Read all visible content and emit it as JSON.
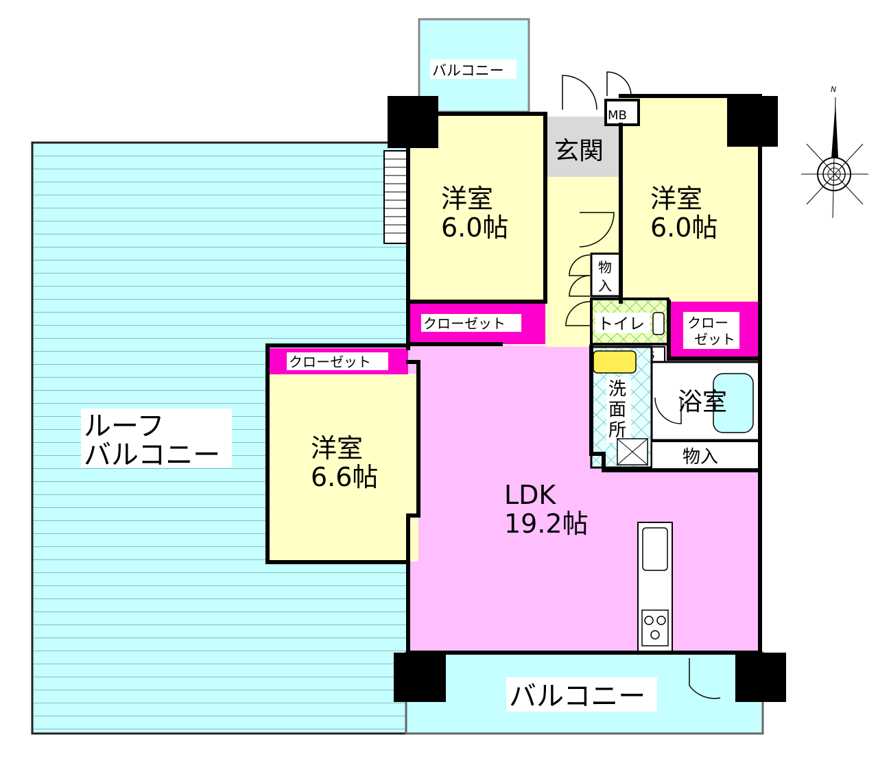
{
  "rooms": {
    "roof_balcony": {
      "line1": "ルーフ",
      "line2": "バルコニー"
    },
    "top_balcony": {
      "label": "バルコニー"
    },
    "bottom_balcony": {
      "label": "バルコニー"
    },
    "entrance": {
      "label": "玄関"
    },
    "meter_box": {
      "label": "MB"
    },
    "western_room_nw": {
      "name": "洋室",
      "size": "6.0帖"
    },
    "western_room_ne": {
      "name": "洋室",
      "size": "6.0帖"
    },
    "western_room_w": {
      "name": "洋室",
      "size": "6.6帖"
    },
    "closet_nw": {
      "label": "クローゼット"
    },
    "closet_w": {
      "label": "クローゼット"
    },
    "closet_ne": {
      "line1": "クロー",
      "line2": "ゼット"
    },
    "storage_hall": {
      "line1": "物",
      "line2": "入"
    },
    "storage_bath": {
      "label": "物入"
    },
    "toilet": {
      "label": "トイレ"
    },
    "pipe_space": {
      "label": "PS"
    },
    "washroom": {
      "line1": "洗",
      "line2": "面",
      "line3": "所"
    },
    "bathroom": {
      "label": "浴室"
    },
    "ldk": {
      "name": "LDK",
      "size": "19.2帖"
    }
  },
  "compass": {
    "north_label": "N"
  },
  "colors": {
    "balcony": "#c6ffff",
    "western_room": "#ffffc6",
    "ldk": "#ffbfff",
    "closet": "#ff00cc",
    "entrance": "#d9d9d9",
    "toilet": "#eeffc0",
    "wall": "#000000"
  }
}
